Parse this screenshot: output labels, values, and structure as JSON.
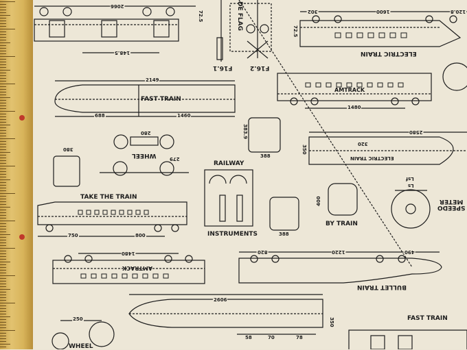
{
  "labels": {
    "flag": "DE FLAG",
    "f161": "F16.1",
    "f162": "F16.2",
    "electric_top": "ELECTRIC TRAIN",
    "amtrack_top": "AMTRACK",
    "fast_train_top": "FAST TRAIN",
    "electric_mid": "ELECTRIC TRAIN",
    "wheel_top": "WHEEL",
    "railway": "RAILWAY",
    "instruments": "INSTRUMENTS",
    "take_the_train": "TAKE THE TRAIN",
    "by_train": "BY TRAIN",
    "speedo": "SPEEDO",
    "meter": "METER",
    "amtrack_bottom": "AMTRACK",
    "bullet_train": "BULLET TRAIN",
    "fast_train_bottom": "FAST TRAIN",
    "wheel_bottom": "WHEEL"
  },
  "dims": {
    "d2066": "2066",
    "d725a": "72.5",
    "d1485": "148.5",
    "d2149": "2149",
    "d688": "688",
    "d1460": "1460",
    "d302": "302",
    "d1600": "1600",
    "d1208": "120.8",
    "d725b": "72.5",
    "d1480a": "1480",
    "d280": "280",
    "d279": "279",
    "d380": "380",
    "d3839": "383.9",
    "d388a": "388",
    "d2580": "2580",
    "d350a": "350",
    "d320": "320",
    "d400": "400",
    "dLsf": "Lsf",
    "dLs": "Ls",
    "d750": "750",
    "d800": "800",
    "d388b": "388",
    "d1480b": "1480",
    "d820": "820",
    "d1220": "1220",
    "d490": "490",
    "d2606": "2606",
    "d350b": "350",
    "d58": "58",
    "d70": "70",
    "d78": "78",
    "d250": "250"
  },
  "colors": {
    "fabric": "#ede7d7",
    "ink": "#1c1c1c",
    "ruler": "#d8b45a",
    "ruler_mark": "#c0392b"
  }
}
